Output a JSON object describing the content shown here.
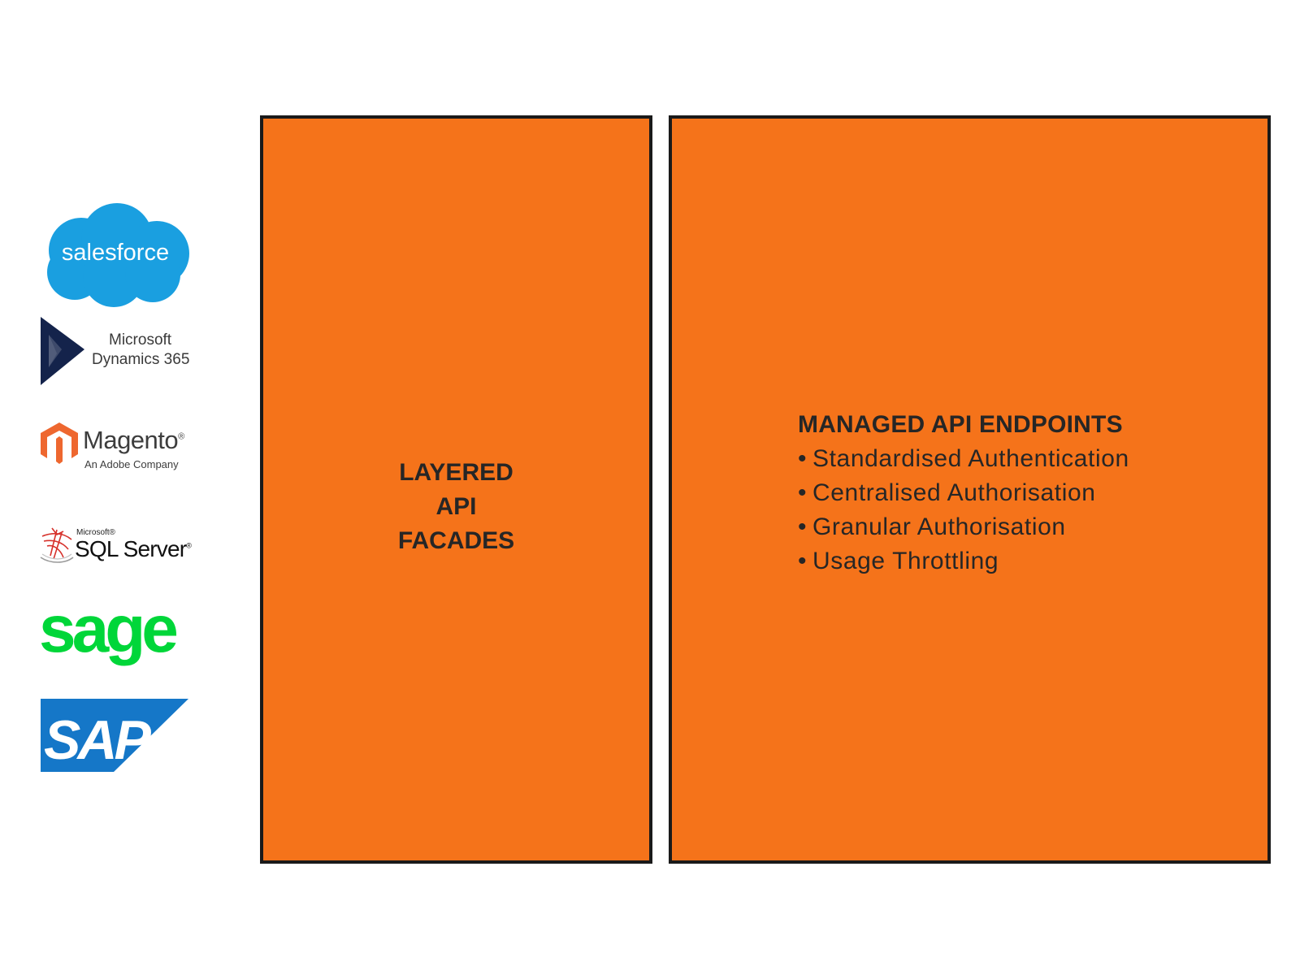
{
  "colors": {
    "box_fill": "#f5731a",
    "box_border": "#1a1a1a",
    "text": "#262626",
    "salesforce_blue": "#1a9fe0",
    "dynamics_navy": "#14234b",
    "magento_orange": "#ee672f",
    "sql_red": "#d6312b",
    "sage_green": "#00d639",
    "sap_blue": "#1577c8"
  },
  "logos": {
    "salesforce": {
      "text": "salesforce",
      "icon": "salesforce-cloud-icon"
    },
    "dynamics": {
      "line1": "Microsoft",
      "line2": "Dynamics 365",
      "icon": "dynamics-triangle-icon"
    },
    "magento": {
      "name": "Magento",
      "mark": "®",
      "tagline": "An Adobe Company",
      "icon": "magento-hexagon-icon"
    },
    "sqlserver": {
      "prefix": "Microsoft®",
      "name": "SQL Server",
      "mark": "®",
      "icon": "sqlserver-icon"
    },
    "sage": {
      "text": "sage"
    },
    "sap": {
      "text": "SAP"
    }
  },
  "facades": {
    "lines": [
      "LAYERED",
      "API",
      "FACADES"
    ]
  },
  "endpoints": {
    "heading": "MANAGED API ENDPOINTS",
    "bullet": "•",
    "items": [
      "Standardised Authentication",
      "Centralised Authorisation",
      "Granular Authorisation",
      "Usage Throttling"
    ]
  }
}
